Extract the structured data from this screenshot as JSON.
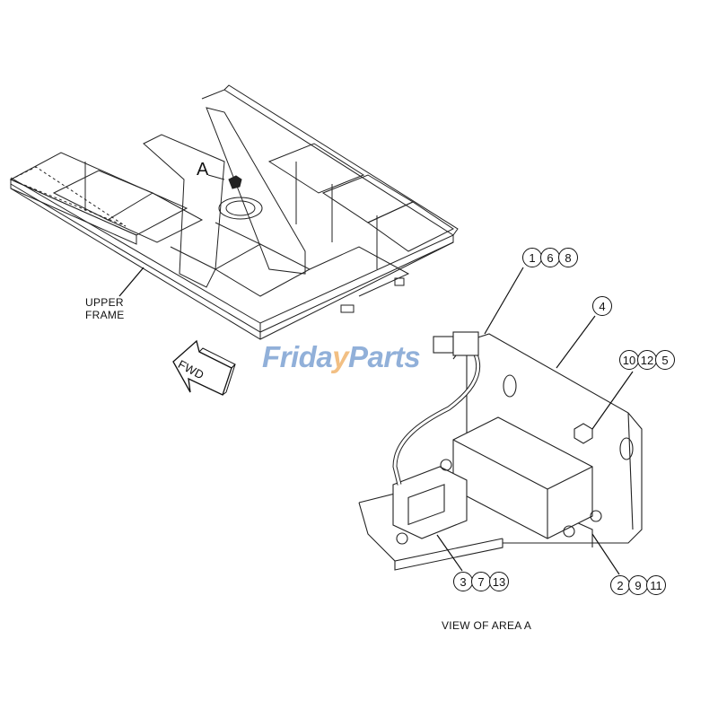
{
  "diagram": {
    "title_label": "VIEW OF AREA A",
    "upper_frame_label_line1": "UPPER",
    "upper_frame_label_line2": "FRAME",
    "area_callout": "A",
    "direction_arrow": "FWD",
    "watermark": {
      "part1": "Frida",
      "accent": "y",
      "part2": "Parts",
      "color_main": "#7ea3d3",
      "color_accent": "#f0b46e"
    },
    "balloons": {
      "connector": [
        "1",
        "6",
        "8"
      ],
      "bracket": [
        "4"
      ],
      "bolt": [
        "10",
        "12",
        "5"
      ],
      "sensor": [
        "3",
        "7",
        "13"
      ],
      "controller": [
        "2",
        "9",
        "11"
      ]
    }
  }
}
